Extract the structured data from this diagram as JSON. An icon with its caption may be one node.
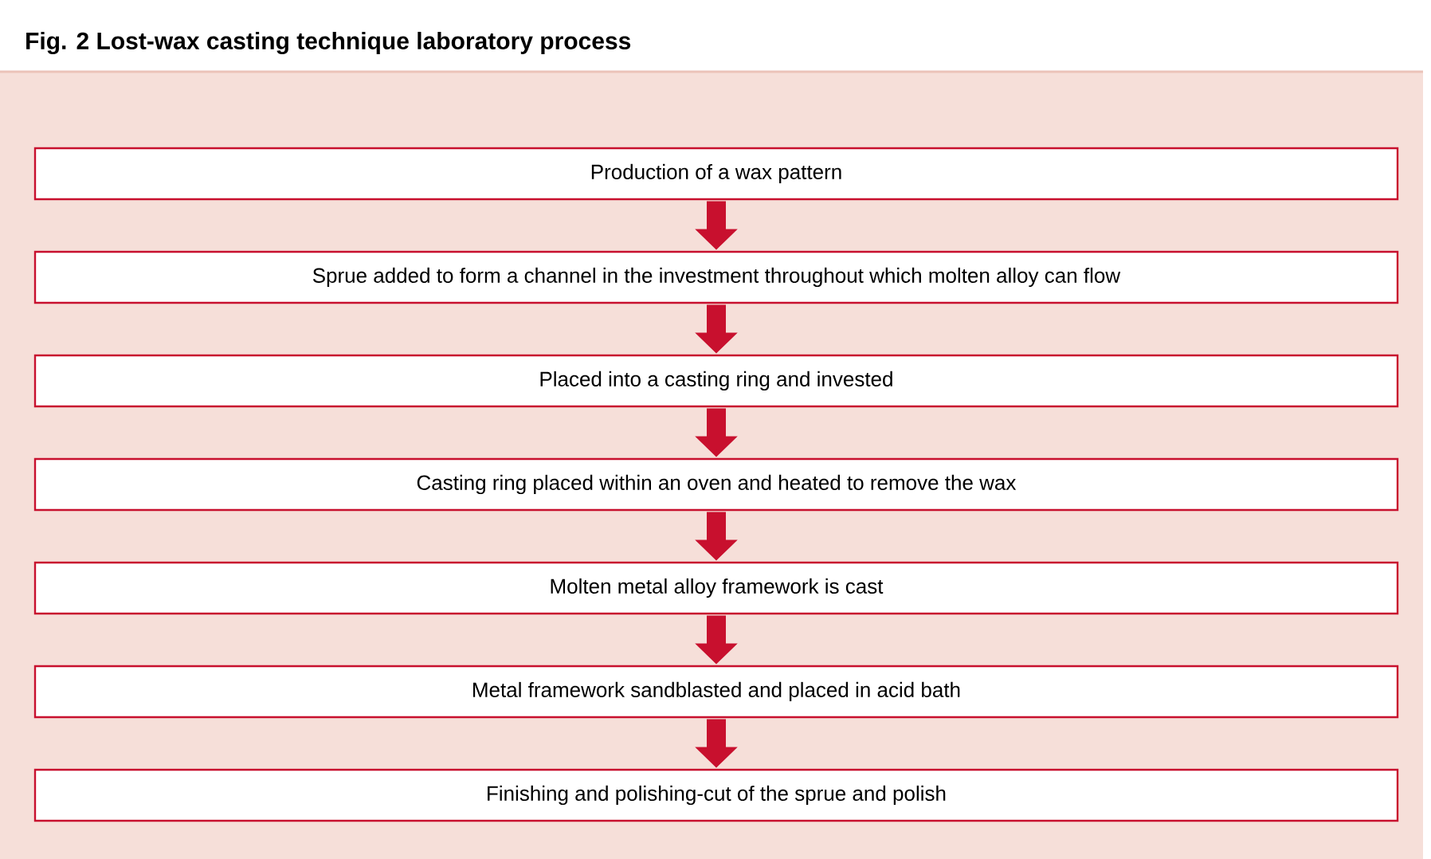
{
  "diagram": {
    "title": "Fig. 2 Lost-wax casting technique laboratory process",
    "nodes": [
      {
        "text": [
          "Production of a wax pattern"
        ]
      },
      {
        "text": [
          "Sprue added to form a channel in the investment throughout which molten alloy can flow"
        ]
      },
      {
        "text": [
          "Placed into a casting ring and invested"
        ]
      },
      {
        "text": [
          "Casting ring placed within an oven and heated to remove the wax"
        ]
      },
      {
        "text": [
          "Molten metal alloy framework is cast"
        ]
      },
      {
        "text": [
          "Metal framework sandblasted and placed in acid bath"
        ]
      },
      {
        "text": [
          "Finishing and polishing-cut of the sprue and polish"
        ]
      }
    ],
    "edges": [
      {
        "from": 0,
        "to": 1,
        "arrow": "to"
      },
      {
        "from": 1,
        "to": 2,
        "arrow": "to"
      },
      {
        "from": 2,
        "to": 3,
        "arrow": "to"
      },
      {
        "from": 3,
        "to": 4,
        "arrow": "to"
      },
      {
        "from": 4,
        "to": 5,
        "arrow": "to"
      },
      {
        "from": 5,
        "to": 6,
        "arrow": "to"
      }
    ]
  }
}
